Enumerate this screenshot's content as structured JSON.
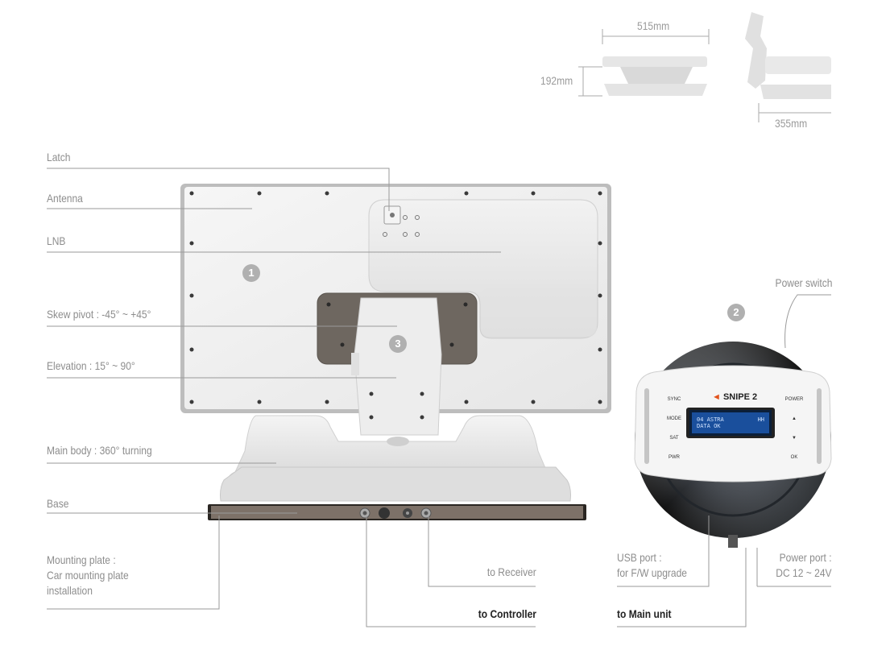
{
  "dimensions": {
    "width": "515mm",
    "height": "192mm",
    "depth": "355mm"
  },
  "labels": {
    "latch": "Latch",
    "antenna": "Antenna",
    "lnb": "LNB",
    "skew_pivot": "Skew pivot : -45° ~ +45°",
    "elevation": "Elevation : 15° ~ 90°",
    "main_body": "Main body : 360° turning",
    "base": "Base",
    "mounting_plate": "Mounting plate :\nCar mounting plate\ninstallation",
    "power_switch": "Power switch",
    "usb_port": "USB port :\nfor F/W upgrade",
    "power_port": "Power port :\nDC 12 ~ 24V",
    "to_receiver": "to Receiver",
    "to_controller": "to Controller",
    "to_main_unit": "to Main unit"
  },
  "badges": {
    "antenna": "1",
    "controller": "2",
    "pivot": "3"
  },
  "controller": {
    "brand": "SNIPE 2",
    "lcd_line1_left": "04 ASTRA",
    "lcd_line1_right": "HH",
    "lcd_line2": "DATA OK",
    "left_buttons": [
      "SYNC",
      "MODE",
      "SAT",
      "PWR"
    ],
    "right_buttons": [
      "POWER",
      "▲",
      "▼",
      "OK"
    ]
  },
  "colors": {
    "label_text": "#8d8d8d",
    "leader_line": "#9a9a9a",
    "lcd": "#1a4f9c",
    "brand_mark": "#e2531d"
  }
}
